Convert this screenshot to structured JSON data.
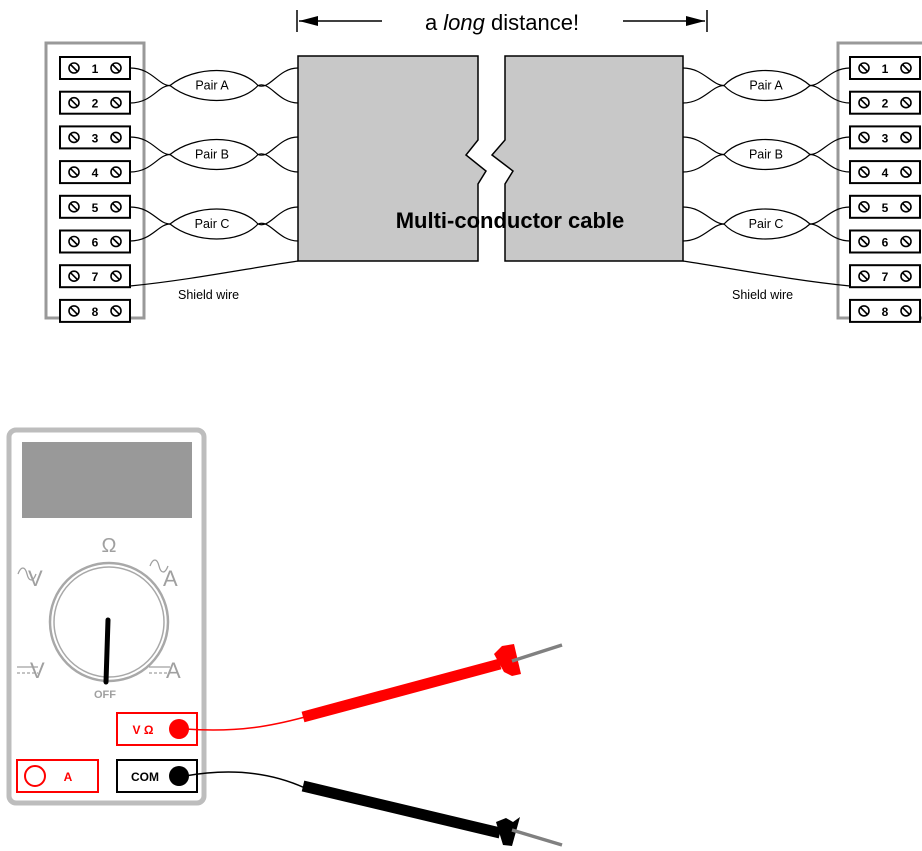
{
  "header": {
    "prefix": "a ",
    "emphasis": "long",
    "suffix": " distance!"
  },
  "cable": {
    "label": "Multi-conductor cable",
    "color": "#c8c8c8"
  },
  "terminals": [
    "1",
    "2",
    "3",
    "4",
    "5",
    "6",
    "7",
    "8"
  ],
  "pairs": {
    "a": "Pair A",
    "b": "Pair B",
    "c": "Pair C"
  },
  "shield_label": "Shield wire",
  "meter": {
    "ohm_symbol": "Ω",
    "ac_volt": "V",
    "ac_amp": "A",
    "dc_volt": "V",
    "dc_amp": "A",
    "off_label": "OFF",
    "jack_vohm": "V Ω",
    "jack_amp": "A",
    "jack_com": "COM"
  },
  "colors": {
    "red_lead": "#ff0000",
    "black_lead": "#000000",
    "meter_gray": "#bdbdbd",
    "display": "#999999"
  }
}
